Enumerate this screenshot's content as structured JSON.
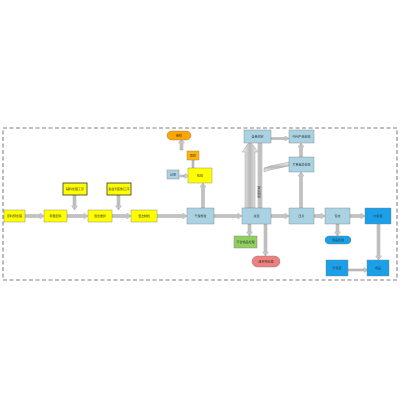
{
  "diagram": {
    "nodes": [
      {
        "id": "n1",
        "text": "原料预处理",
        "fill": "#ffff00",
        "shape": "box"
      },
      {
        "id": "n2",
        "text": "称量配料",
        "fill": "#ffff00",
        "shape": "box"
      },
      {
        "id": "n3",
        "text": "混合搅拌",
        "fill": "#ffff00",
        "shape": "box"
      },
      {
        "id": "n4",
        "text": "湿法制粒",
        "fill": "#ffff00",
        "shape": "box"
      },
      {
        "id": "a1",
        "text": "辅料处理工序",
        "fill": "#ffff00",
        "shape": "box",
        "border": "#333333"
      },
      {
        "id": "a2",
        "text": "粘合剂配制工序",
        "fill": "#ffff00",
        "shape": "box",
        "border": "#333333"
      },
      {
        "id": "n5",
        "text": "干燥整粒",
        "fill": "#a9d3e2",
        "shape": "box"
      },
      {
        "id": "n6",
        "text": "总混",
        "fill": "#a9d3e2",
        "shape": "box"
      },
      {
        "id": "n7",
        "text": "压片",
        "fill": "#a9d3e2",
        "shape": "box"
      },
      {
        "id": "n8",
        "text": "包衣",
        "fill": "#a9d3e2",
        "shape": "box"
      },
      {
        "id": "n9",
        "text": "内包装",
        "fill": "#1aa0e8",
        "shape": "box"
      },
      {
        "id": "n10",
        "text": "外包装",
        "fill": "#1aa0e8",
        "shape": "box"
      },
      {
        "id": "n11",
        "text": "成品",
        "fill": "#1aa0e8",
        "shape": "box"
      },
      {
        "id": "t1",
        "text": "中间产品检验",
        "fill": "#a9d3e2",
        "shape": "box"
      },
      {
        "id": "t2",
        "text": "片重差异检查",
        "fill": "#a9d3e2",
        "shape": "box"
      },
      {
        "id": "t3",
        "text": "含量测定",
        "fill": "#a9d3e2",
        "shape": "box"
      },
      {
        "id": "y1",
        "text": "检验",
        "fill": "#ffff00",
        "shape": "box"
      },
      {
        "id": "y2",
        "text": "取样",
        "fill": "#ffb400",
        "shape": "box"
      },
      {
        "id": "o1",
        "text": "留样",
        "fill": "#ffa500",
        "shape": "round"
      },
      {
        "id": "s1",
        "text": "记录",
        "fill": "#a9d3e2",
        "shape": "box"
      },
      {
        "id": "g1",
        "text": "不合格品处理",
        "fill": "#90d060",
        "shape": "box"
      },
      {
        "id": "r1",
        "text": "废弃物处理",
        "fill": "#f08080",
        "shape": "round"
      },
      {
        "id": "b1",
        "text": "成品检验",
        "fill": "#1aa0e8",
        "shape": "round"
      }
    ],
    "side_label": "质量控制"
  }
}
